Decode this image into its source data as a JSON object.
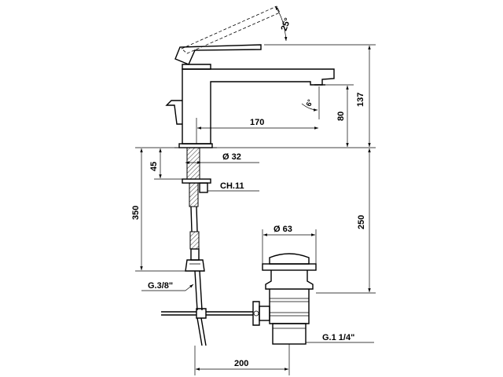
{
  "dimensions": {
    "lever_angle": "25°",
    "spout_angle": "6°",
    "height_top": "137",
    "spout_height": "80",
    "spout_reach": "170",
    "base_diameter": "Ø 32",
    "fixing_length": "45",
    "nut_size": "CH.11",
    "hose_length": "350",
    "below_deck": "250",
    "waste_diameter": "Ø 63",
    "hose_thread": "G.3/8\"",
    "waste_thread": "G.1 1/4\"",
    "rod_distance": "200"
  }
}
